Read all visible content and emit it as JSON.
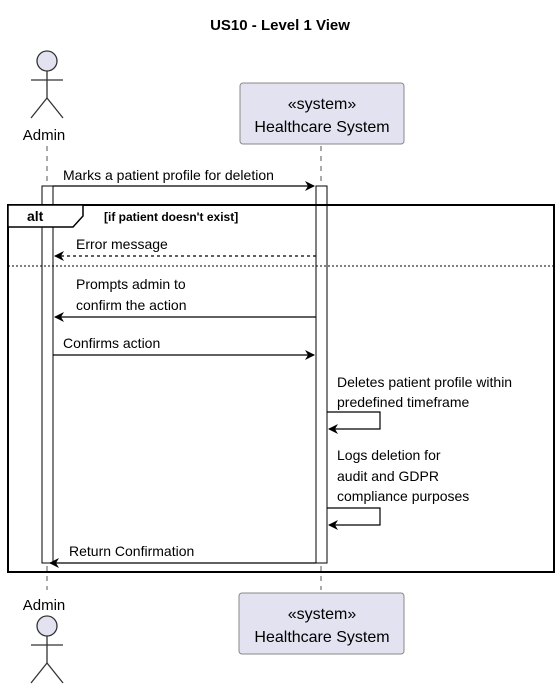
{
  "diagram": {
    "title": "US10 - Level 1 View",
    "actor": {
      "name": "Admin"
    },
    "system": {
      "stereotype": "«system»",
      "name": "Healthcare System"
    },
    "fragment": {
      "operator": "alt",
      "guard": "[if patient doesn't exist]"
    },
    "messages": {
      "m1": "Marks a patient profile for deletion",
      "m2": "Error message",
      "m3_line1": "Prompts admin to",
      "m3_line2": "confirm the action",
      "m4": "Confirms action",
      "m5_line1": "Deletes patient profile within",
      "m5_line2": "predefined timeframe",
      "m6_line1": "Logs deletion for",
      "m6_line2": "audit and GDPR",
      "m6_line3": "compliance purposes",
      "m7": "Return Confirmation"
    }
  }
}
